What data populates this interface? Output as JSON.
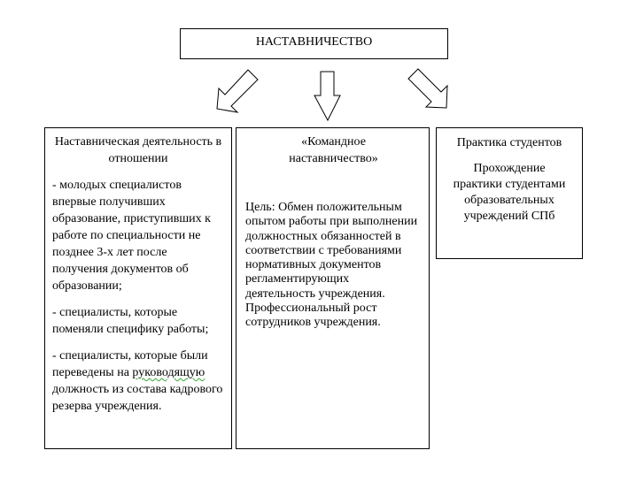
{
  "title": "НАСТАВНИЧЕСТВО",
  "left_box": {
    "heading": "Наставническая деятельность в отношении",
    "items": [
      "-  молодых специалистов впервые получивших образование, приступивших к работе  по специальности не  позднее 3-х лет после получения документов об образовании;",
      "- специалисты, которые поменяли специфику работы;"
    ],
    "item3_before": "- специалисты, которые были переведены на ",
    "item3_underlined": "руководящую",
    "item3_after": " должность из состава кадрового резерва учреждения."
  },
  "middle_box": {
    "heading": "«Командное наставничество»",
    "body": "Цель: Обмен положительным опытом работы при выполнении должностных обязанностей    в соответствии с требованиями нормативных документов регламентирующих деятельность учреждения. Профессиональный рост сотрудников учреждения."
  },
  "right_box": {
    "heading": "Практика студентов",
    "body": "Прохождение практики студентами образовательных учреждений СПб"
  }
}
